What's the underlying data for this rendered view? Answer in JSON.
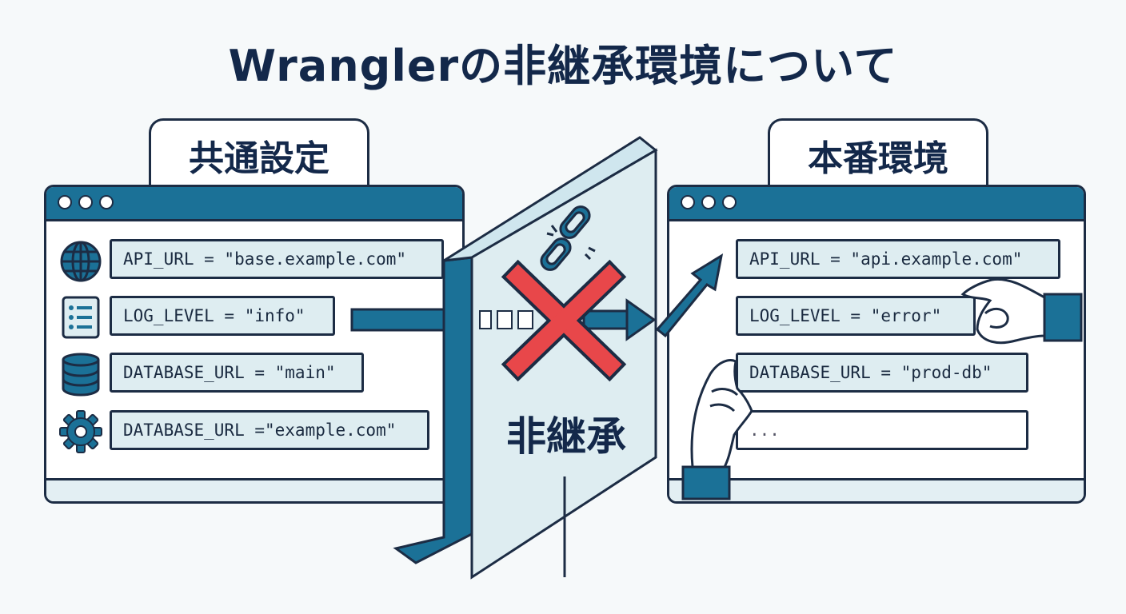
{
  "title": "Wranglerの非継承環境について",
  "left_panel": {
    "label": "共通設定",
    "rows": [
      {
        "icon": "globe-icon",
        "text": "API_URL = \"base.example.com\""
      },
      {
        "icon": "list-icon",
        "text": "LOG_LEVEL = \"info\""
      },
      {
        "icon": "database-icon",
        "text": "DATABASE_URL = \"main\""
      },
      {
        "icon": "gear-icon",
        "text": "DATABASE_URL =\"example.com\""
      }
    ]
  },
  "right_panel": {
    "label": "本番環境",
    "rows": [
      {
        "text": "API_URL = \"api.example.com\""
      },
      {
        "text": "LOG_LEVEL = \"error\""
      },
      {
        "text": "DATABASE_URL = \"prod-db\""
      },
      {
        "text": "..."
      }
    ]
  },
  "wall": {
    "label": "非継承",
    "icons": [
      "broken-link-icon",
      "red-x-icon"
    ]
  },
  "colors": {
    "primary": "#1b7197",
    "dark": "#1c2c44",
    "field": "#deedf1",
    "cross": "#e8474a"
  }
}
